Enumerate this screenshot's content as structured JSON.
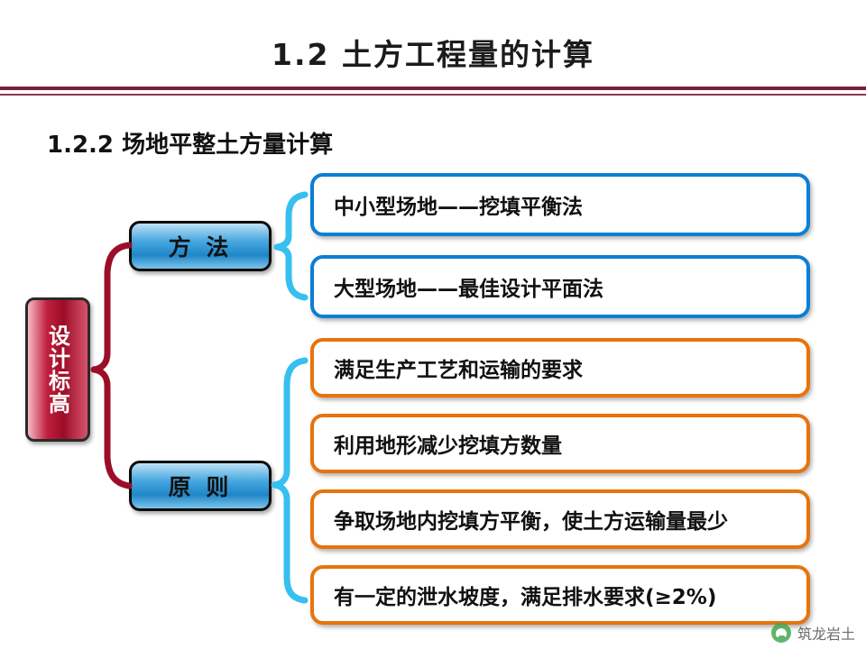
{
  "slide": {
    "title": "1.2  土方工程量的计算",
    "subtitle": "1.2.2 场地平整土方量计算",
    "root_label": "设计标高",
    "branches": [
      {
        "label": "方  法",
        "accent": "#0b7fd4",
        "items": [
          "中小型场地——挖填平衡法",
          "大型场地——最佳设计平面法"
        ]
      },
      {
        "label": "原  则",
        "accent": "#e8730c",
        "items": [
          "满足生产工艺和运输的要求",
          "利用地形减少挖填方数量",
          "争取场地内挖填方平衡，使土方运输量最少",
          "有一定的泄水坡度，满足排水要求(≥2%)"
        ]
      }
    ]
  },
  "watermark": {
    "text": "筑龙岩土",
    "icon": "wechat-logo-icon"
  },
  "colors": {
    "title_rule": "#7a2036",
    "root_block": "#9c0d27",
    "branch_label": "#1f86c8",
    "method_accent": "#0b7fd4",
    "principle_accent": "#e8730c"
  }
}
